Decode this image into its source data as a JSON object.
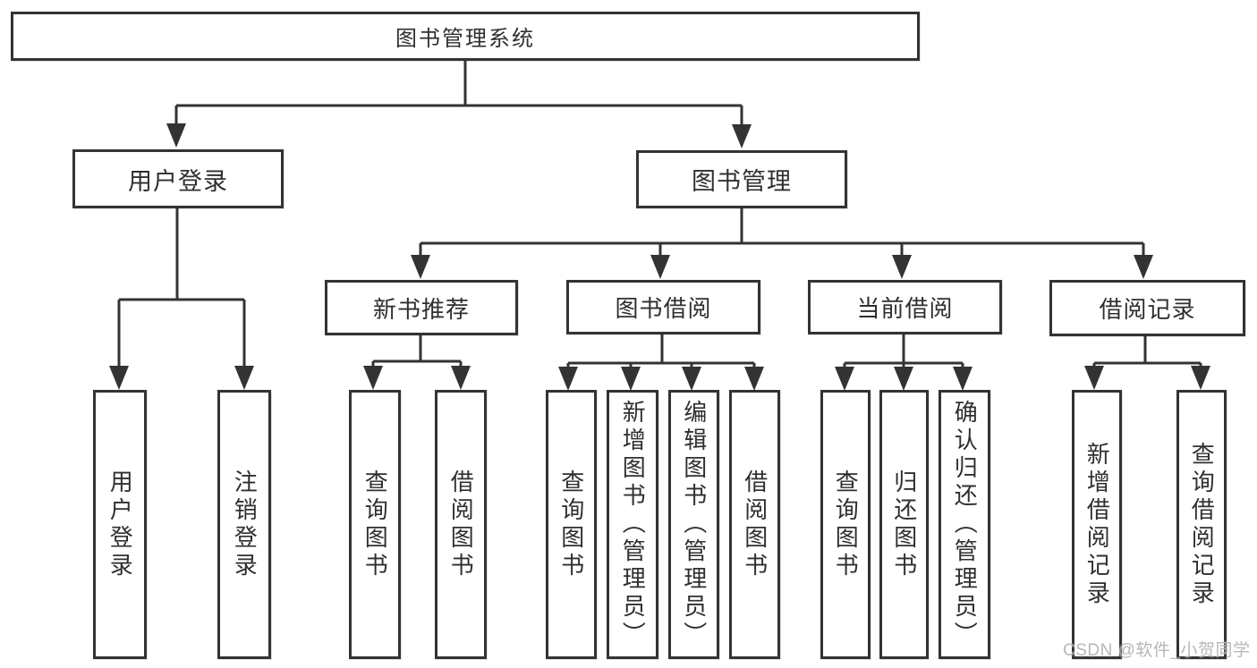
{
  "diagram": {
    "root": {
      "label": "图书管理系统"
    },
    "branches": [
      {
        "label": "用户登录",
        "children": [
          {
            "label": "用户登录"
          },
          {
            "label": "注销登录"
          }
        ]
      },
      {
        "label": "图书管理",
        "children": [
          {
            "label": "新书推荐",
            "children": [
              {
                "label": "查询图书"
              },
              {
                "label": "借阅图书"
              }
            ]
          },
          {
            "label": "图书借阅",
            "children": [
              {
                "label": "查询图书"
              },
              {
                "label": "新增图书（管理员）"
              },
              {
                "label": "编辑图书（管理员）"
              },
              {
                "label": "借阅图书"
              }
            ]
          },
          {
            "label": "当前借阅",
            "children": [
              {
                "label": "查询图书"
              },
              {
                "label": "归还图书"
              },
              {
                "label": "确认归还（管理员）"
              }
            ]
          },
          {
            "label": "借阅记录",
            "children": [
              {
                "label": "新增借阅记录"
              },
              {
                "label": "查询借阅记录"
              }
            ]
          }
        ]
      }
    ],
    "watermark": "CSDN @软件_小贺同学",
    "colors": {
      "line": "#333333",
      "border": "#333333",
      "text": "#2f2f2f",
      "watermark": "#b0b0b0",
      "background": "#ffffff"
    }
  }
}
